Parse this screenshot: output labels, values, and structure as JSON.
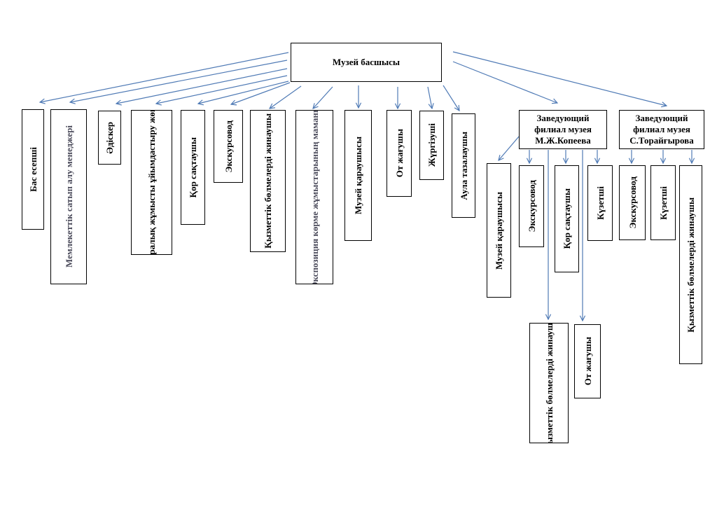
{
  "root": {
    "label": "Музей басшысы"
  },
  "staff": [
    {
      "id": "bas-esepshi",
      "label": "Бас есепші"
    },
    {
      "id": "memlekettik",
      "label": "Мемлекеттік сатып алу менеджері"
    },
    {
      "id": "adisker",
      "label": "Әдіскер"
    },
    {
      "id": "buqaralyq",
      "label": "Бұқаралық жұмысты ұйымдастыру жөнінде"
    },
    {
      "id": "kor-saqtaushy",
      "label": "Қор сақтаушы"
    },
    {
      "id": "ekskursovod",
      "label": "Экскурсовод"
    },
    {
      "id": "qyzmettik",
      "label": "Қызметтік бөлмелерді жинаушы"
    },
    {
      "id": "ekspoziciya",
      "label": "Экспозиция көрме жұмыстарының маманы"
    },
    {
      "id": "muzey-karaushysy",
      "label": "Музей қараушысы"
    },
    {
      "id": "ot-zhagushy",
      "label": "От жағушы"
    },
    {
      "id": "zhurgizushi",
      "label": "Жүргізуші"
    },
    {
      "id": "aula",
      "label": "Аула тазалаушы"
    }
  ],
  "branch1": {
    "label_lines": [
      "Заведующий",
      "филиал музея",
      "М.Ж.Копеева"
    ],
    "children": [
      {
        "id": "b1-muzey",
        "label": "Музей қараушысы"
      },
      {
        "id": "b1-ekskursovod",
        "label": "Экскурсовод"
      },
      {
        "id": "b1-kor",
        "label": "Қор сақтаушы"
      },
      {
        "id": "b1-kuzetshi",
        "label": "Күзетші"
      },
      {
        "id": "b1-qyzmettik",
        "label": "Қызметтік бөлмелерді жинаушы"
      },
      {
        "id": "b1-ot",
        "label": "От жағушы"
      }
    ]
  },
  "branch2": {
    "label_lines": [
      "Заведующий",
      "филиал музея",
      "С.Торайғырова"
    ],
    "children": [
      {
        "id": "b2-ekskursovod",
        "label": "Экскурсовод"
      },
      {
        "id": "b2-kuzetshi",
        "label": "Күзетші"
      },
      {
        "id": "b2-qyzmettik",
        "label": "Қызметтік бөлмелерді жинаушы"
      }
    ]
  },
  "colors": {
    "connector": "#4f7ab5",
    "border": "#000000"
  }
}
